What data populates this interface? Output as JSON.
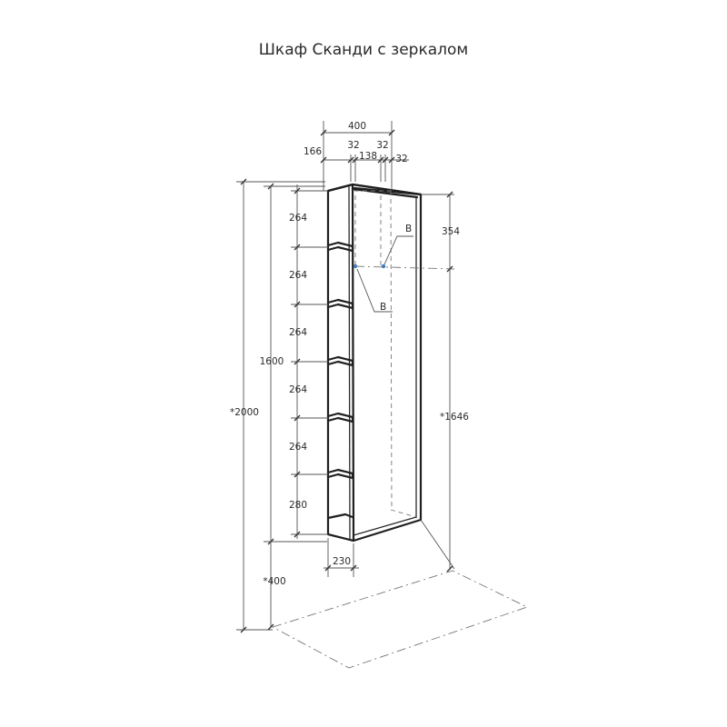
{
  "title": "Шкаф Сканди с зеркалом",
  "dimensions": {
    "width_total": "400",
    "offset_166": "166",
    "offset_32a": "32",
    "offset_32b": "32",
    "offset_138": "138",
    "offset_32c": "32",
    "shelf_1": "264",
    "shelf_2": "264",
    "shelf_3": "264",
    "shelf_4": "264",
    "shelf_5": "264",
    "shelf_bottom": "280",
    "body_height": "1600",
    "total_height": "*2000",
    "mount_height": "*400",
    "depth": "230",
    "mirror_height": "*1646",
    "mount_offset": "354"
  },
  "labels": {
    "point_b_top": "B",
    "point_b_bottom": "B"
  },
  "colors": {
    "line": "#1f1f1f",
    "dimension_line": "#555555",
    "mount_point": "#3a7bbf"
  }
}
